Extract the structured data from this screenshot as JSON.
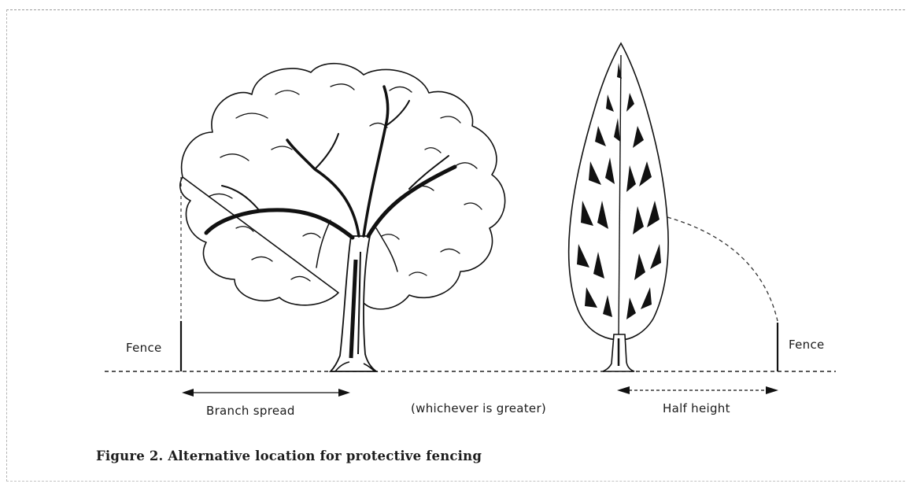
{
  "labels": {
    "fence_left": "Fence",
    "fence_right": "Fence",
    "branch_spread": "Branch spread",
    "whichever": "(whichever is greater)",
    "half_height": "Half height"
  },
  "caption": "Figure 2. Alternative location for protective fencing",
  "colors": {
    "ink": "#111111",
    "background": "#ffffff",
    "frame": "#a8a8a8"
  },
  "icons": {
    "broadleaf_tree": "broad-canopy-tree-icon",
    "conifer_tree": "columnar-conifer-tree-icon",
    "arrow": "double-headed-arrow-icon"
  }
}
